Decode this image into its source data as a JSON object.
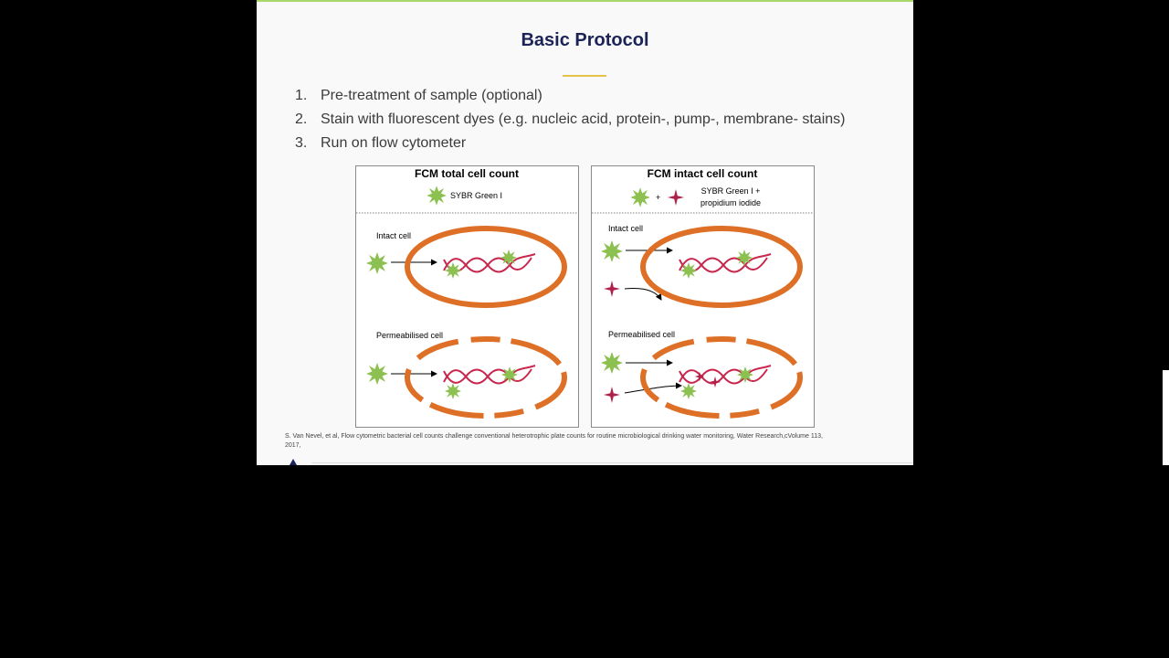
{
  "slide": {
    "title": "Basic Protocol",
    "steps": [
      {
        "number": "1.",
        "text": "Pre-treatment of sample (optional)"
      },
      {
        "number": "2.",
        "text": "Stain with fluorescent dyes (e.g. nucleic acid, protein-, pump-, membrane- stains)"
      },
      {
        "number": "3.",
        "text": "Run on flow cytometer"
      }
    ],
    "citation": "S. Van Nevel, et al, Flow cytometric bacterial cell counts challenge conventional heterotrophic plate counts for routine microbiological drinking water monitoring, Water Research,cVolume 113, 2017,"
  },
  "figure": {
    "panels": [
      {
        "title": "FCM total cell count",
        "legend": "SYBR Green I",
        "intact_label": "Intact cell",
        "permeabilised_label": "Permeabilised cell"
      },
      {
        "title": "FCM intact cell count",
        "legend_plus": "+",
        "legend_line1": "SYBR Green I +",
        "legend_line2": "propidium iodide",
        "intact_label": "Intact cell",
        "permeabilised_label": "Permeabilised cell"
      }
    ],
    "icons": [
      "green-starburst-icon",
      "red-star-icon"
    ],
    "colors": {
      "sybr_green": "#8cc152",
      "propidium_iodide": "#b0214a",
      "cell_membrane": "#de6f26",
      "dna": "#c8284e"
    }
  }
}
